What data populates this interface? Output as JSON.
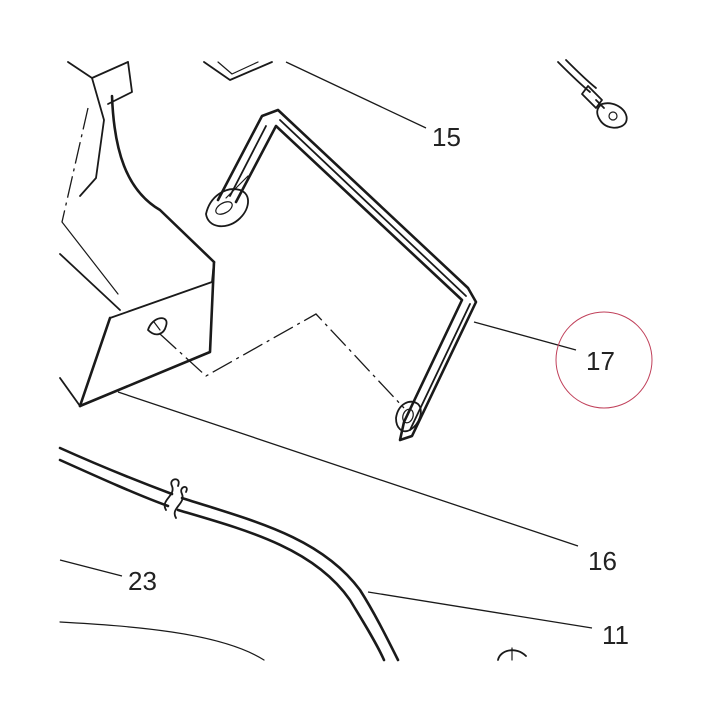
{
  "labels": {
    "part_15": "15",
    "part_17": "17",
    "part_16": "16",
    "part_23": "23",
    "part_11": "11"
  },
  "colors": {
    "line": "#1a1a1a",
    "label_text": "#222222",
    "highlight_circle": "#c0405a",
    "background": "#ffffff"
  }
}
